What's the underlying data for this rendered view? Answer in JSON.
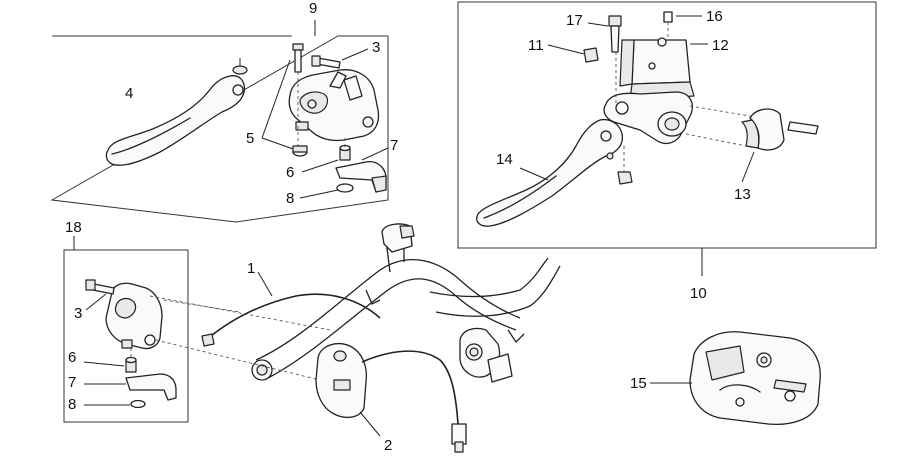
{
  "callouts": {
    "c1": "1",
    "c2": "2",
    "c9": "9",
    "c3a": "3",
    "c4": "4",
    "c5": "5",
    "c6a": "6",
    "c7a": "7",
    "c8a": "8",
    "c18": "18",
    "c3b": "3",
    "c6b": "6",
    "c7b": "7",
    "c8b": "8",
    "c17": "17",
    "c16": "16",
    "c11": "11",
    "c12": "12",
    "c14": "14",
    "c13": "13",
    "c10": "10",
    "c15": "15"
  },
  "colors": {
    "line": "#222222",
    "background": "#ffffff",
    "shade": "#e9e9e9"
  }
}
